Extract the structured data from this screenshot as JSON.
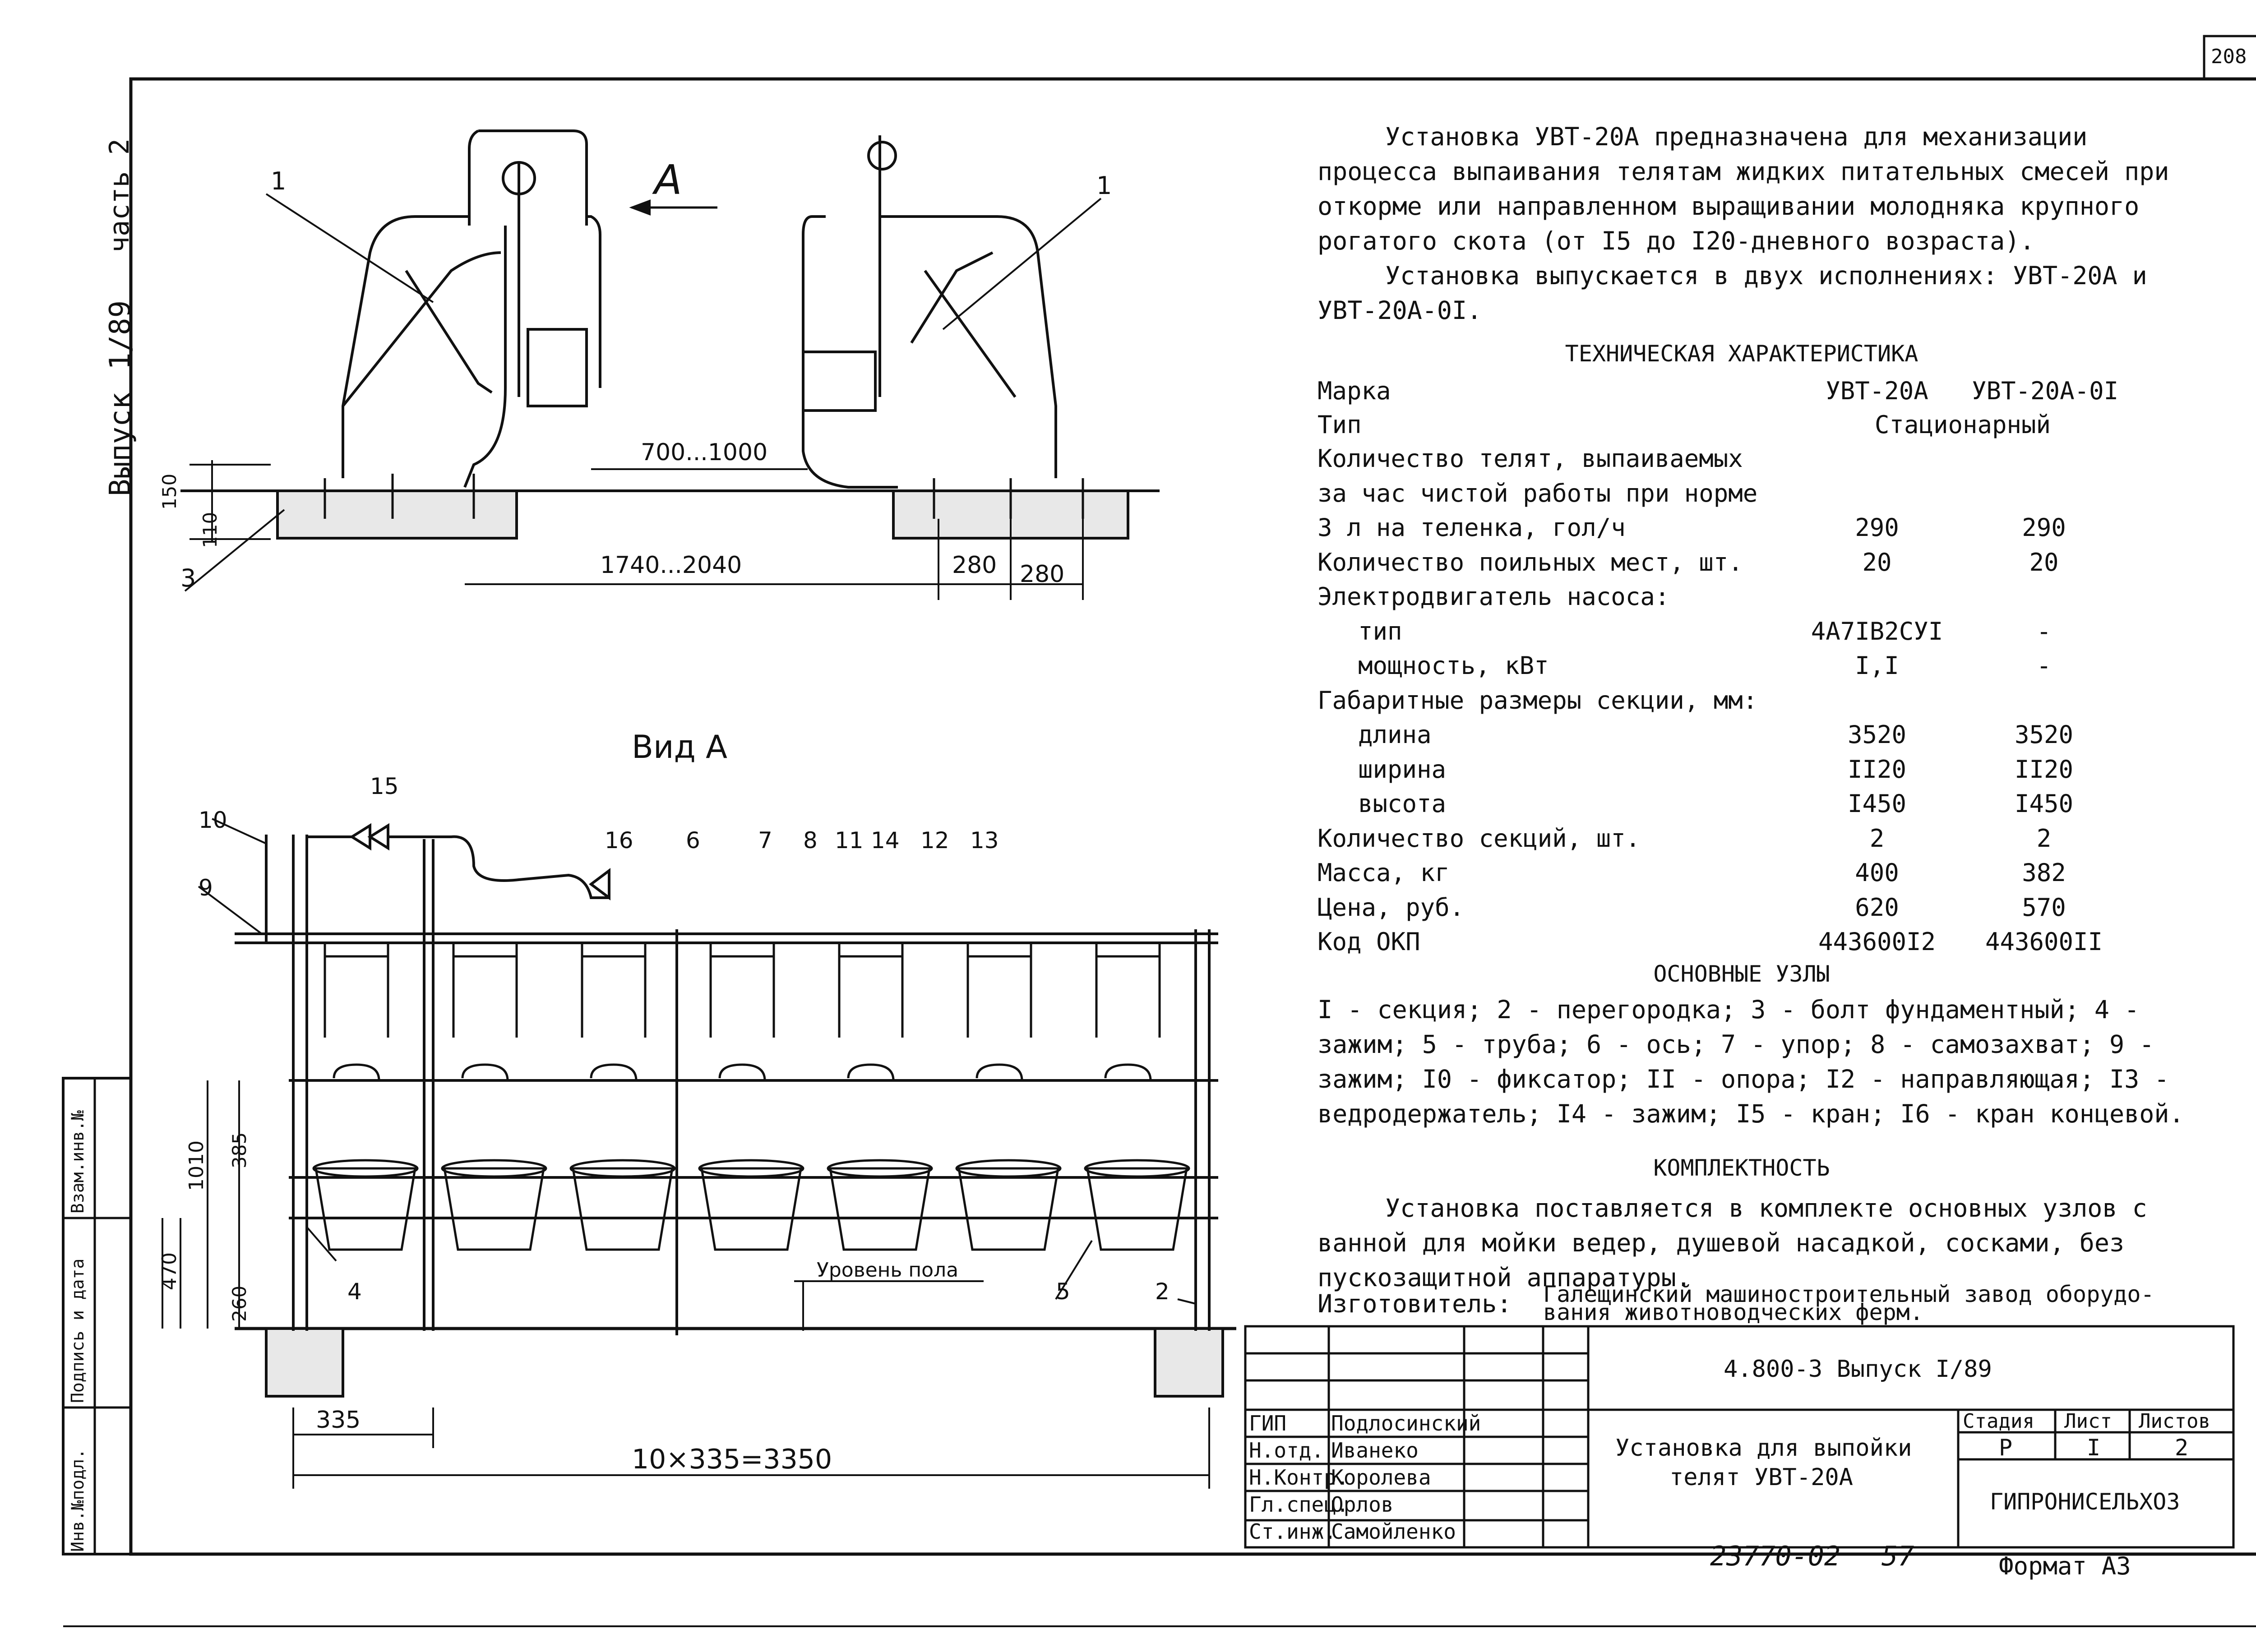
{
  "sheet_number": "208",
  "side_label": {
    "series": "Выпуск",
    "issue": "1/89",
    "part": "часть 2"
  },
  "stamp_columns": [
    "Инв.№подл.",
    "Подпись и дата",
    "Взам.инв.№"
  ],
  "drawing": {
    "view_marker": "А",
    "view_a_title": "Вид А",
    "floor_level": "Уровень пола",
    "callouts_top": [
      "1",
      "1",
      "3"
    ],
    "callouts_view": [
      "10",
      "9",
      "15",
      "16",
      "6",
      "7",
      "8",
      "11",
      "14",
      "12",
      "13",
      "4",
      "5",
      "2"
    ],
    "dimensions": {
      "gap": "700...1000",
      "base": "1740...2040",
      "pitch1": "280",
      "pitch2": "280",
      "h150": "150",
      "h110": "110",
      "h1010": "1010",
      "h385": "385",
      "h470": "470",
      "h260": "260",
      "step": "335",
      "total": "10×335=3350"
    }
  },
  "description": [
    "Установка УВТ-20А предназначена для механизации процесса выпаивания телятам жидких питательных смесей при откорме или направленном выращивании молодняка крупного рогатого скота (от I5 до I20-дневного возраста).",
    "Установка выпускается в двух исполнениях: УВТ-20А и УВТ-20А-0I."
  ],
  "spec": {
    "title": "ТЕХНИЧЕСКАЯ ХАРАКТЕРИСТИКА",
    "header": {
      "label": "Марка",
      "col1": "УВТ-20А",
      "col2": "УВТ-20А-0I"
    },
    "type_row": {
      "label": "Тип",
      "value": "Стационарный"
    },
    "rows": [
      {
        "label": "Количество телят, выпаиваемых",
        "c1": "",
        "c2": "",
        "indent": false
      },
      {
        "label": "за час чистой работы при норме",
        "c1": "",
        "c2": "",
        "indent": false
      },
      {
        "label": "3 л на теленка, гол/ч",
        "c1": "290",
        "c2": "290",
        "indent": false
      },
      {
        "label": "Количество поильных мест, шт.",
        "c1": "20",
        "c2": "20",
        "indent": false
      },
      {
        "label": "Электродвигатель насоса:",
        "c1": "",
        "c2": "",
        "indent": false
      },
      {
        "label": "тип",
        "c1": "4А7IВ2СУI",
        "c2": "-",
        "indent": true
      },
      {
        "label": "мощность, кВт",
        "c1": "I,I",
        "c2": "-",
        "indent": true
      },
      {
        "label": "Габаритные размеры секции, мм:",
        "c1": "",
        "c2": "",
        "indent": false
      },
      {
        "label": "длина",
        "c1": "3520",
        "c2": "3520",
        "indent": true
      },
      {
        "label": "ширина",
        "c1": "II20",
        "c2": "II20",
        "indent": true
      },
      {
        "label": "высота",
        "c1": "I450",
        "c2": "I450",
        "indent": true
      },
      {
        "label": "Количество секций, шт.",
        "c1": "2",
        "c2": "2",
        "indent": false
      },
      {
        "label": "Масса, кг",
        "c1": "400",
        "c2": "382",
        "indent": false
      },
      {
        "label": "Цена, руб.",
        "c1": "620",
        "c2": "570",
        "indent": false
      },
      {
        "label": "Код ОКП",
        "c1": "443600I2",
        "c2": "443600II",
        "indent": false
      }
    ]
  },
  "nodes": {
    "title": "ОСНОВНЫЕ УЗЛЫ",
    "text": "I - секция; 2 - перегородка; 3 - болт фундаментный; 4 - зажим; 5 - труба; 6 - ось; 7 - упор; 8 - самозахват; 9 - зажим; I0 - фиксатор; II - опора; I2 - направляющая; I3 - ведродержатель; I4 - зажим; I5 - кран; I6 - кран концевой."
  },
  "completeness": {
    "title": "КОМПЛЕКТНОСТЬ",
    "text": "Установка поставляется в комплекте основных узлов с ванной для мойки ведер, душевой насадкой, сосками, без пускозащитной аппаратуры.",
    "maker_label": "Изготовитель:",
    "maker_line1": "Галещинский машиностроительный завод оборудо-",
    "maker_line2": "вания животноводческих ферм."
  },
  "title_block": {
    "doc_code": "4.800-3   Выпуск I/89",
    "title_line1": "Установка для выпойки",
    "title_line2": "телят УВТ-20А",
    "stage_label": "Стадия",
    "sheet_label": "Лист",
    "sheets_label": "Листов",
    "stage": "Р",
    "sheet": "I",
    "sheets": "2",
    "org": "ГИПРОНИСЕЛЬХОЗ",
    "signers": [
      {
        "role": "ГИП",
        "name": "Подлосинский"
      },
      {
        "role": "Н.отд.",
        "name": "Иванеко"
      },
      {
        "role": "Н.Контр.",
        "name": "Королева"
      },
      {
        "role": "Гл.спец.",
        "name": "Орлов"
      },
      {
        "role": "Ст.инж.",
        "name": "Самойленко"
      }
    ],
    "archive_no": "23770-02",
    "archive_page": "57",
    "format": "Формат А3"
  }
}
